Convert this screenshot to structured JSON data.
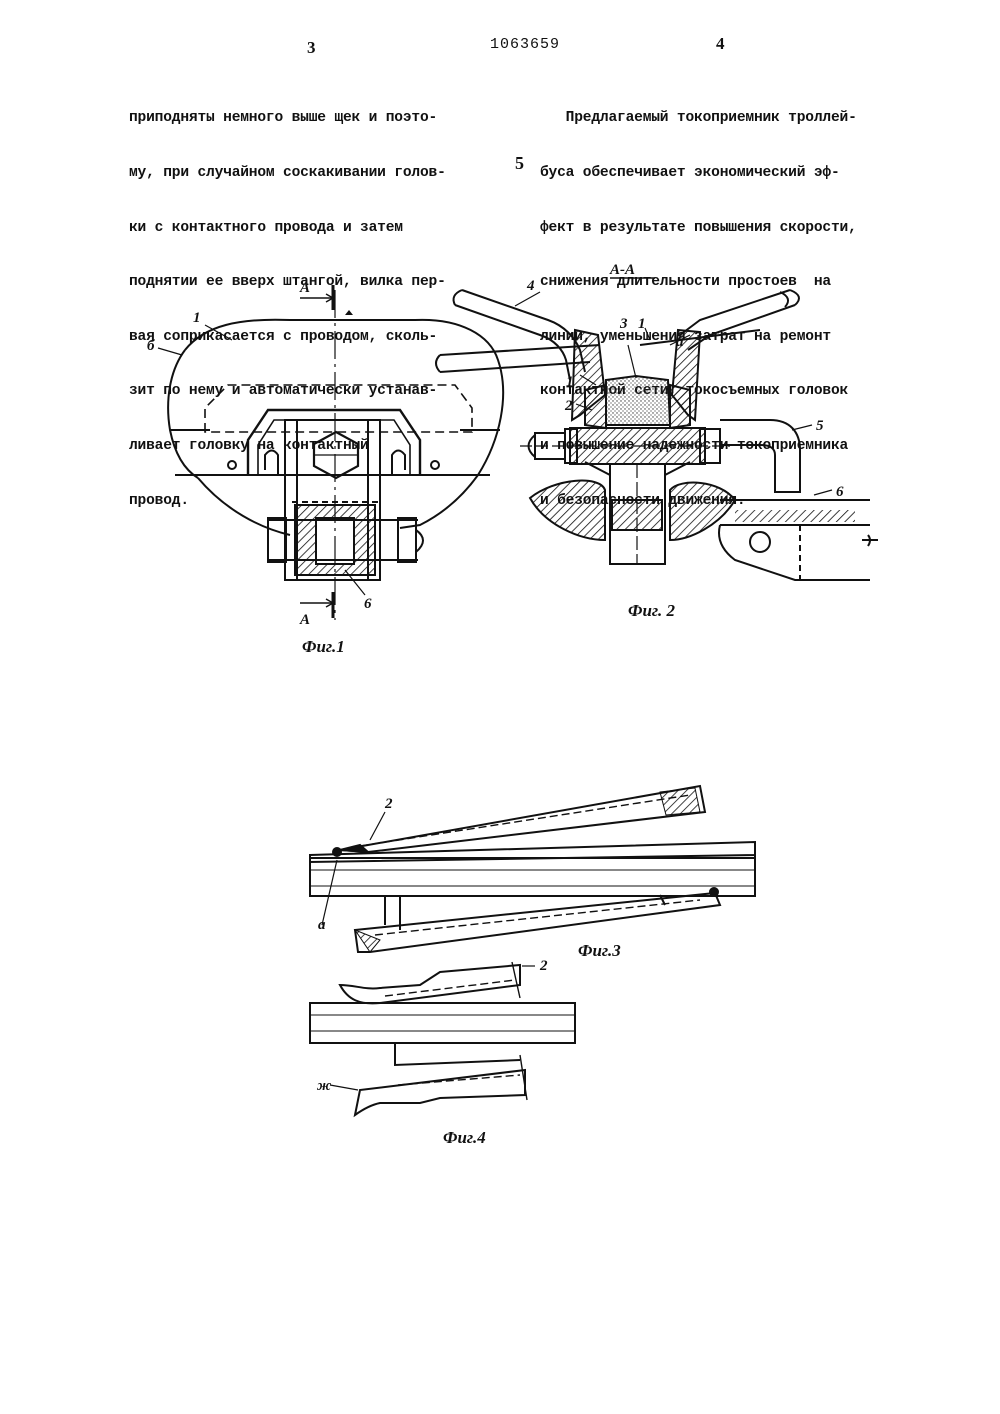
{
  "header": {
    "page_left": "3",
    "patent_number": "1063659",
    "page_right": "4"
  },
  "left_column": [
    "приподняты немного выше щек и поэто-",
    "му, при случайном соскакивании голов-",
    "ки с контактного провода и затем",
    "поднятии ее вверх штангой, вилка пер-",
    "вая соприкасается с проводом, сколь-",
    "зит по нему и автоматически устанав-",
    "ливает головку на контактный",
    "провод."
  ],
  "line_marker": "5",
  "right_column": [
    "   Предлагаемый токоприемник троллей-",
    "буса обеспечивает экономический эф-",
    "фект в результате повышения скорости,",
    "снижения длительности простоев  на",
    "линии, уменьшения затрат на ремонт",
    "контактной сети, токосъемных головок",
    "и повышение надежности токоприемника",
    "и безопасности движения."
  ],
  "figures": {
    "fig1": {
      "caption": "Фиг.1",
      "section_top": "А",
      "section_bottom": "А",
      "labels": {
        "one": "1",
        "b": "б",
        "six": "6"
      }
    },
    "fig2": {
      "caption": "Фиг. 2",
      "section": "А-А",
      "labels": {
        "four": "4",
        "three": "3",
        "one_top": "1",
        "a": "а",
        "one_side": "1",
        "two": "2",
        "five": "5",
        "six": "6"
      }
    },
    "fig3": {
      "caption": "Фиг.3",
      "labels": {
        "two": "2",
        "a": "а"
      }
    },
    "fig4": {
      "caption": "Фиг.4",
      "labels": {
        "two": "2",
        "zh": "ж"
      }
    }
  }
}
